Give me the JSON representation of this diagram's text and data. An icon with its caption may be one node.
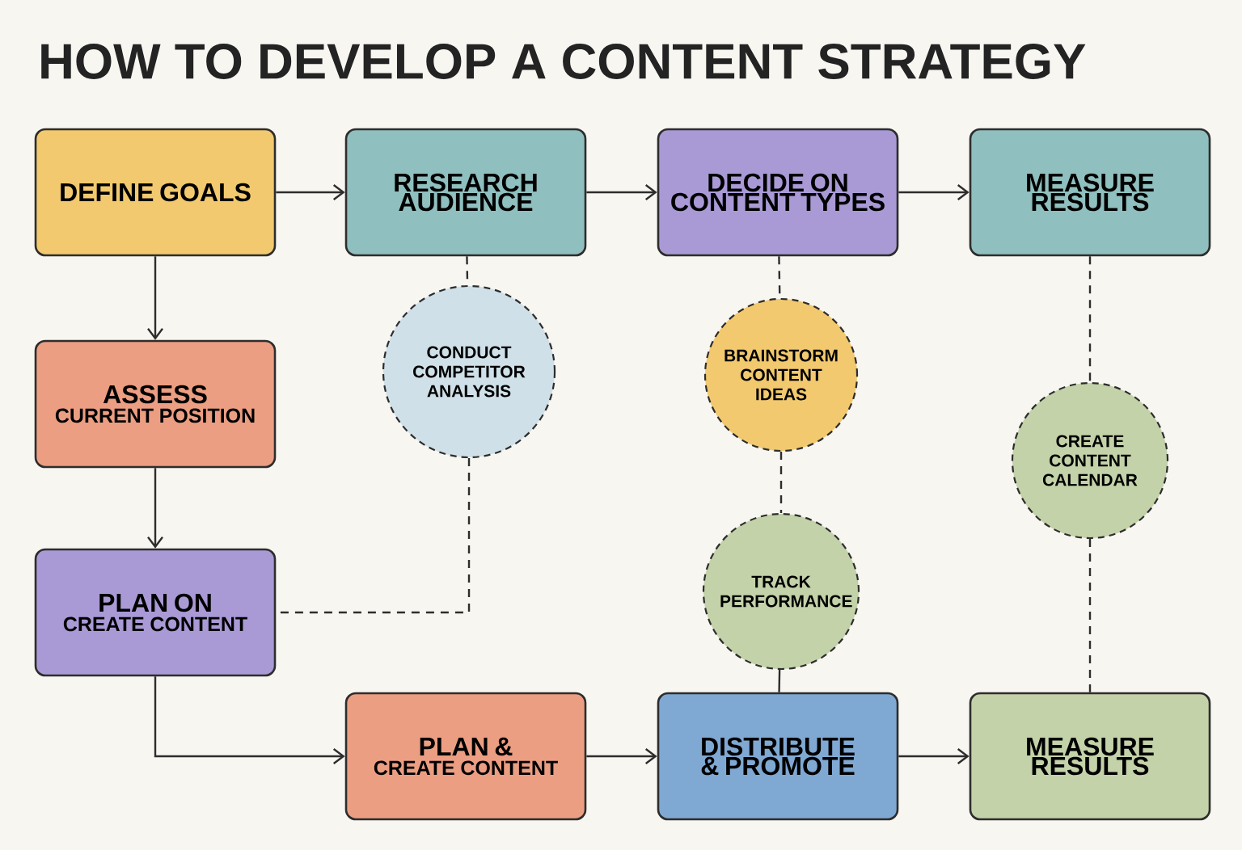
{
  "diagram": {
    "title": "HOW TO DEVELOP A CONTENT STRATEGY",
    "nodes": [
      {
        "text": [
          "DEFINE GOALS"
        ]
      },
      {
        "text": [
          "RESEARCH AUDIENCE"
        ]
      },
      {
        "text": [
          "DECIDE ON CONTENT TYPES"
        ]
      },
      {
        "text": [
          "MEASURE RESULTS"
        ]
      },
      {
        "text": [
          "ASSESS",
          "CURRENT POSITION"
        ]
      },
      {
        "text": [
          "CONDUCT COMPETITOR ANALYSIS"
        ]
      },
      {
        "text": [
          "BRAINSTORM CONTENT IDEAS"
        ]
      },
      {
        "text": [
          "CREATE CONTENT CALENDAR"
        ]
      },
      {
        "text": [
          "PLAN ON",
          "CREATE CONTENT"
        ]
      },
      {
        "text": [
          "TRACK PERFORMANCE"
        ]
      },
      {
        "text": [
          "PLAN &",
          "CREATE CONTENT"
        ]
      },
      {
        "text": [
          "DISTRIBUTE & PROMOTE"
        ]
      },
      {
        "text": [
          "MEASURE RESULTS"
        ]
      }
    ],
    "edges": [
      {
        "from": 0,
        "to": 1,
        "arrow": "to"
      },
      {
        "from": 1,
        "to": 2,
        "arrow": "to"
      },
      {
        "from": 2,
        "to": 3,
        "arrow": "to"
      },
      {
        "from": 0,
        "to": 4,
        "arrow": "to"
      },
      {
        "from": 4,
        "to": 8,
        "arrow": "to"
      },
      {
        "from": 8,
        "to": 10,
        "arrow": "to"
      },
      {
        "from": 10,
        "to": 11,
        "arrow": "to"
      },
      {
        "from": 11,
        "to": 12,
        "arrow": "to"
      },
      {
        "from": 1,
        "to": 5,
        "arrow": "none",
        "style": "dashed"
      },
      {
        "from": 5,
        "to": 8,
        "arrow": "none",
        "style": "dashed"
      },
      {
        "from": 2,
        "to": 6,
        "arrow": "none",
        "style": "dashed"
      },
      {
        "from": 6,
        "to": 9,
        "arrow": "none",
        "style": "dashed"
      },
      {
        "from": 9,
        "to": 11,
        "arrow": "none"
      },
      {
        "from": 3,
        "to": 7,
        "arrow": "none",
        "style": "dashed"
      },
      {
        "from": 7,
        "to": 12,
        "arrow": "none",
        "style": "dashed"
      }
    ]
  }
}
